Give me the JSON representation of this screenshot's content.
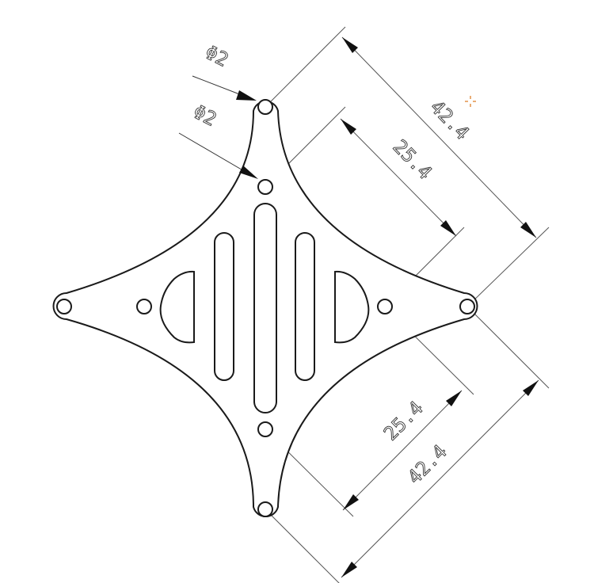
{
  "drawing": {
    "dimensions": {
      "hole_diameter_outer": "Φ2",
      "hole_diameter_inner": "Φ2",
      "outer_spacing_upper": "42.4",
      "inner_spacing_upper": "25.4",
      "inner_spacing_lower": "25.4",
      "outer_spacing_lower": "42.4"
    },
    "colors": {
      "line": "#1a1a1a",
      "dimension_line": "#555555",
      "marker": "#e08a3a"
    }
  }
}
